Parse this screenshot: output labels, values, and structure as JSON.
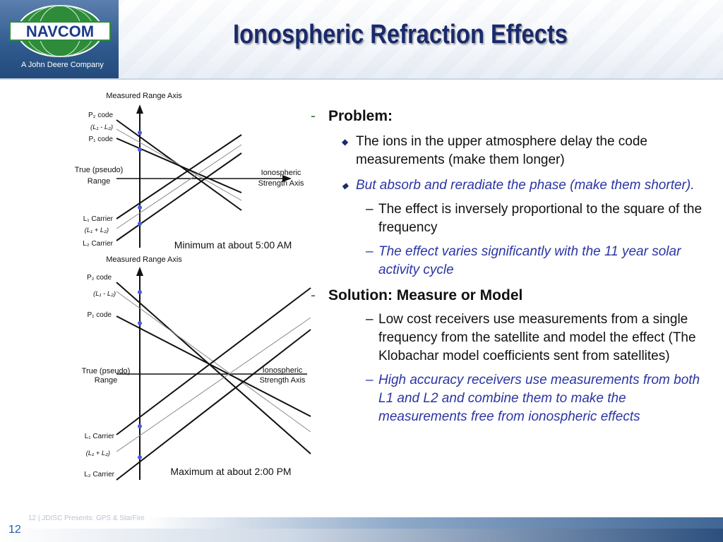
{
  "header": {
    "logo_text": "NAVCOM",
    "tagline": "A John Deere Company",
    "title": "Ionospheric Refraction Effects"
  },
  "diagram_top": {
    "axis_label": "Measured Range Axis",
    "p2": "P₂ code",
    "l1_minus_l2": "(L₁ - L₂)",
    "p1": "P₁ code",
    "true_range_1": "True (pseudo)",
    "true_range_2": "Range",
    "iono_1": "Ionospheric",
    "iono_2": "Strength Axis",
    "l1_carrier": "L₁ Carrier",
    "l1_plus_l2": "(L₁ + L₂)",
    "l2_carrier": "L₂ Carrier",
    "caption": "Minimum at about 5:00 AM"
  },
  "diagram_bottom": {
    "axis_label": "Measured Range Axis",
    "p2": "P₂ code",
    "l1_minus_l2": "(L₁ - L₂)",
    "p1": "P₁ code",
    "true_range_1": "True (pseudo)",
    "true_range_2": "Range",
    "iono_1": "Ionospheric",
    "iono_2": "Strength Axis",
    "l1_carrier": "L₁ Carrier",
    "l1_plus_l2": "(L₁ + L₂)",
    "l2_carrier": "L₂ Carrier",
    "caption": "Maximum at about 2:00 PM"
  },
  "bullets": {
    "problem": "Problem:",
    "p_a": "The ions in the upper atmosphere delay the code measurements (make them longer)",
    "p_b": "But absorb and reradiate the phase (make them shorter).",
    "p_b1": "The effect is inversely proportional to the square of the frequency",
    "p_b2": "The effect varies significantly with the 11 year solar activity cycle",
    "solution": "Solution: Measure or Model",
    "s_a": "Low cost receivers use measurements from a single frequency from the satellite and model the effect (The Klobachar model coefficients sent from satellites)",
    "s_b": "High accuracy receivers use measurements from both L1 and L2 and combine them to make the measurements free from ionospheric effects"
  },
  "markers": {
    "l1": "-",
    "diamond": "◆",
    "dash": "–"
  },
  "footer": {
    "text": "12   |  JDISC Presents: GPS & StarFire",
    "page": "12"
  },
  "colors": {
    "title": "#1a2a6b",
    "dot": "#4a5cdc",
    "italic": "#2b35a3",
    "logo_green": "#2e8b3a"
  }
}
